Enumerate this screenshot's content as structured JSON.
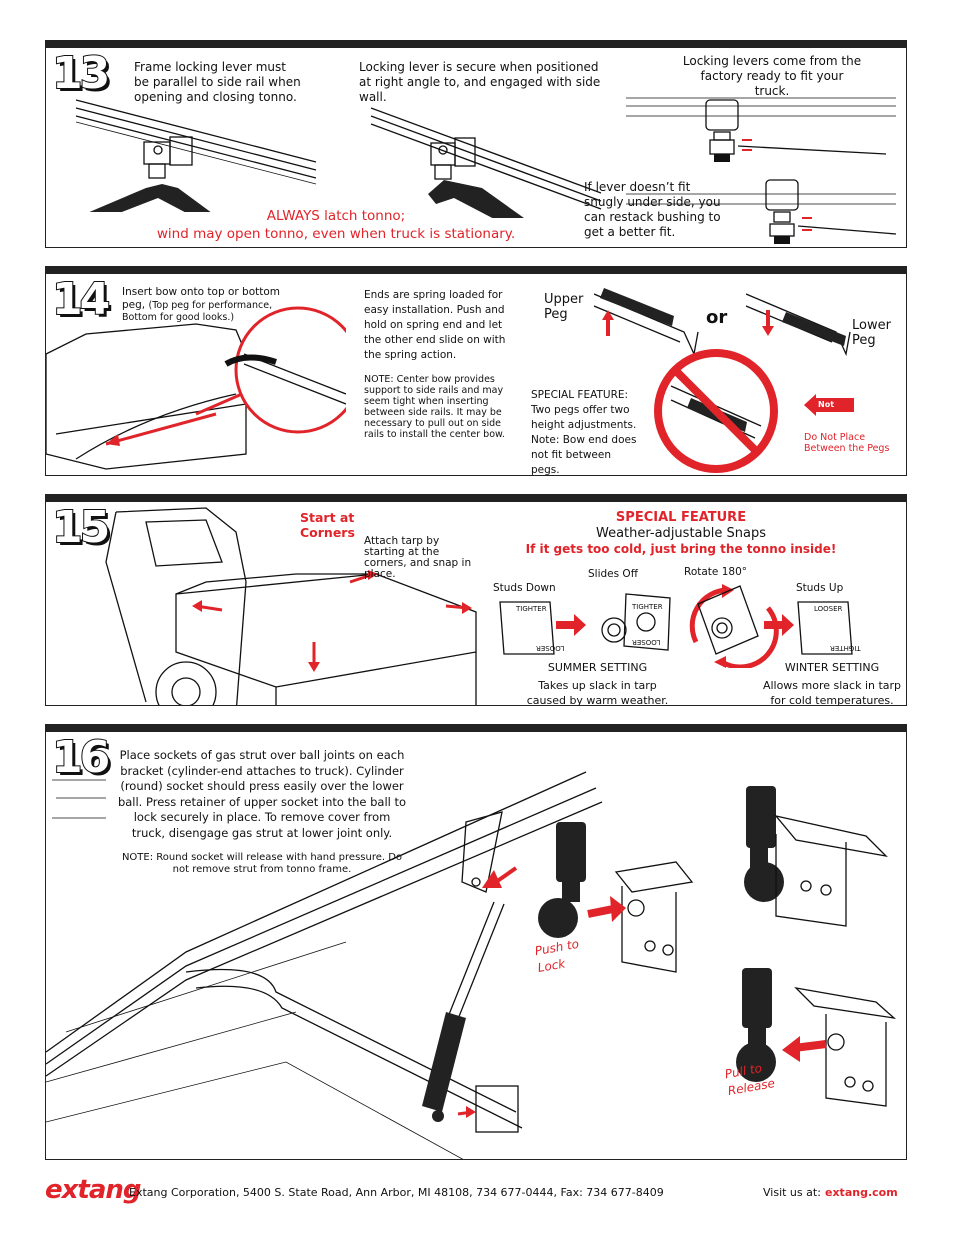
{
  "step13": {
    "number": "13",
    "text_left": "Frame locking lever must be parallel to side rail when opening and closing tonno.",
    "text_mid": "Locking lever is secure when positioned at right angle to, and engaged with side wall.",
    "text_right_top": "Locking levers come from the factory ready to fit your truck.",
    "text_right_bottom": "If lever doesn’t fit snugly under side,  you can restack bushing to get a better fit.",
    "warning_line1": "ALWAYS latch tonno;",
    "warning_line2": "wind may open tonno, even when truck is stationary."
  },
  "step14": {
    "number": "14",
    "text_insert": "Insert bow onto top or bottom peg,",
    "text_insert_note": "(Top peg for performance, Bottom for good looks.)",
    "text_ends": "Ends are spring loaded for easy installation. Push and hold on spring end and let the other end slide on with the spring action.",
    "text_note": "NOTE: Center bow provides support to side rails and may seem tight when inserting between side rails. It may be necessary to pull out on side rails to install the center bow.",
    "upper_peg": "Upper Peg",
    "or": "or",
    "lower_peg": "Lower Peg",
    "special_feature": "SPECIAL FEATURE: Two pegs offer two height adjustments. Note: Bow end does not fit between pegs.",
    "not_tag": "Not",
    "do_not_place": "Do Not Place Between the Pegs"
  },
  "step15": {
    "number": "15",
    "start_at_corners": "Start at Corners",
    "attach_tarp": "Attach tarp by starting at the corners, and snap in place.",
    "special_feature_title": "SPECIAL FEATURE",
    "snaps_title": "Weather-adjustable Snaps",
    "too_cold": "If it gets too cold, just bring the tonno inside!",
    "studs_down": "Studs Down",
    "slides_off": "Slides Off",
    "rotate": "Rotate 180°",
    "studs_up": "Studs Up",
    "tighter": "TIGHTER",
    "looser": "LOOSER",
    "summer_title": "SUMMER SETTING",
    "summer_text": "Takes up slack in tarp caused by warm weather.",
    "winter_title": "WINTER SETTING",
    "winter_text": "Allows more slack in tarp for cold temperatures."
  },
  "step16": {
    "number": "16",
    "text_main": "Place sockets of gas strut over ball joints on each bracket (cylinder-end attaches to truck). Cylinder (round) socket should press easily over the lower ball. Press retainer of upper socket into the ball to lock securely in place. To remove cover from truck, disengage gas strut at lower joint only.",
    "text_note": "NOTE: Round socket will release with hand pressure. Do not remove strut from tonno frame.",
    "push_to_lock": "Push to Lock",
    "pull_to_release": "Pull to Release"
  },
  "footer": {
    "logo": "extang",
    "address": "Extang Corporation, 5400 S. State Road, Ann Arbor, MI 48108, 734 677-0444, Fax: 734 677-8409",
    "visit_label": "Visit us at:",
    "website": "extang.com"
  },
  "colors": {
    "accent": "#e0242a",
    "ink": "#111111"
  }
}
